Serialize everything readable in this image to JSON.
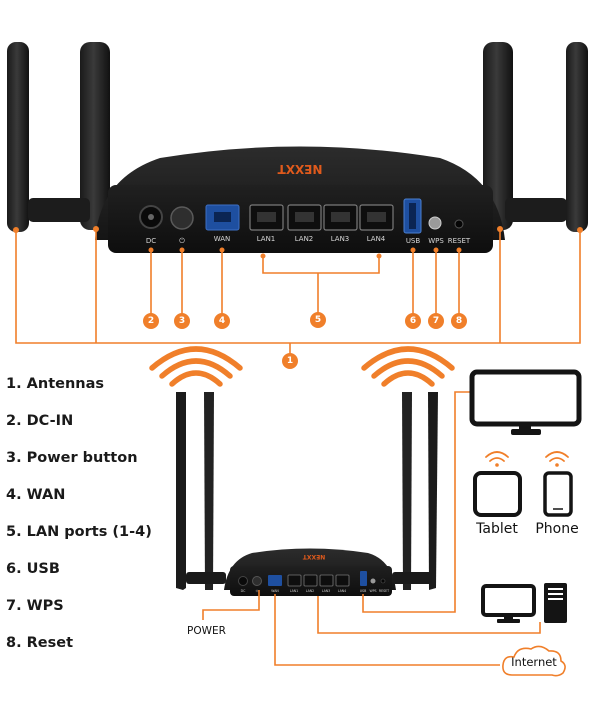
{
  "brand": "NEXXT",
  "accent_color": "#f07f2a",
  "top_ports": {
    "dc": "DC",
    "power": "⏻",
    "wan": "WAN",
    "lan1": "LAN1",
    "lan2": "LAN2",
    "lan3": "LAN3",
    "lan4": "LAN4",
    "usb": "USB",
    "wps": "WPS",
    "reset": "RESET"
  },
  "mini_ports": {
    "dc": "DC",
    "power": "⏻",
    "wan": "WAN",
    "lan1": "LAN1",
    "lan2": "LAN2",
    "lan3": "LAN3",
    "lan4": "LAN4",
    "usb": "USB",
    "wps": "WPS",
    "reset": "RESET"
  },
  "callouts": [
    "1",
    "2",
    "3",
    "4",
    "5",
    "6",
    "7",
    "8"
  ],
  "legend": [
    "1. Antennas",
    "2. DC-IN",
    "3. Power button",
    "4. WAN",
    "5. LAN ports (1-4)",
    "6. USB",
    "7. WPS",
    "8. Reset"
  ],
  "devices": {
    "tablet": "Tablet",
    "phone": "Phone",
    "internet": "Internet",
    "power": "POWER"
  },
  "icons": [
    "wifi-waves-icon",
    "monitor-icon",
    "tablet-icon",
    "phone-icon",
    "desktop-pc-icon",
    "cloud-icon"
  ]
}
